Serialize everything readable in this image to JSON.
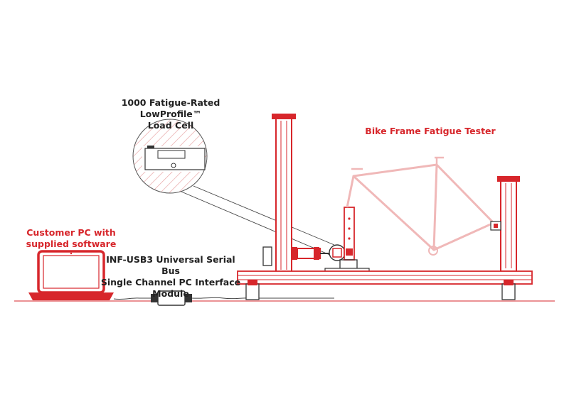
{
  "colors": {
    "accent": "#d7262b",
    "line": "#333333",
    "hatch": "#e8a6a6",
    "frame": "#f0b8b8"
  },
  "labels": {
    "load_cell": {
      "line1": "1000 Fatigue-Rated LowProfile™",
      "line2": "Load Cell"
    },
    "tester": "Bike Frame Fatigue Tester",
    "customer_pc": {
      "line1": "Customer PC with",
      "line2": "supplied software"
    },
    "interface": {
      "line1": "INF-USB3 Universal Serial Bus",
      "line2": "Single Channel PC Interface",
      "line3": "Module"
    }
  }
}
